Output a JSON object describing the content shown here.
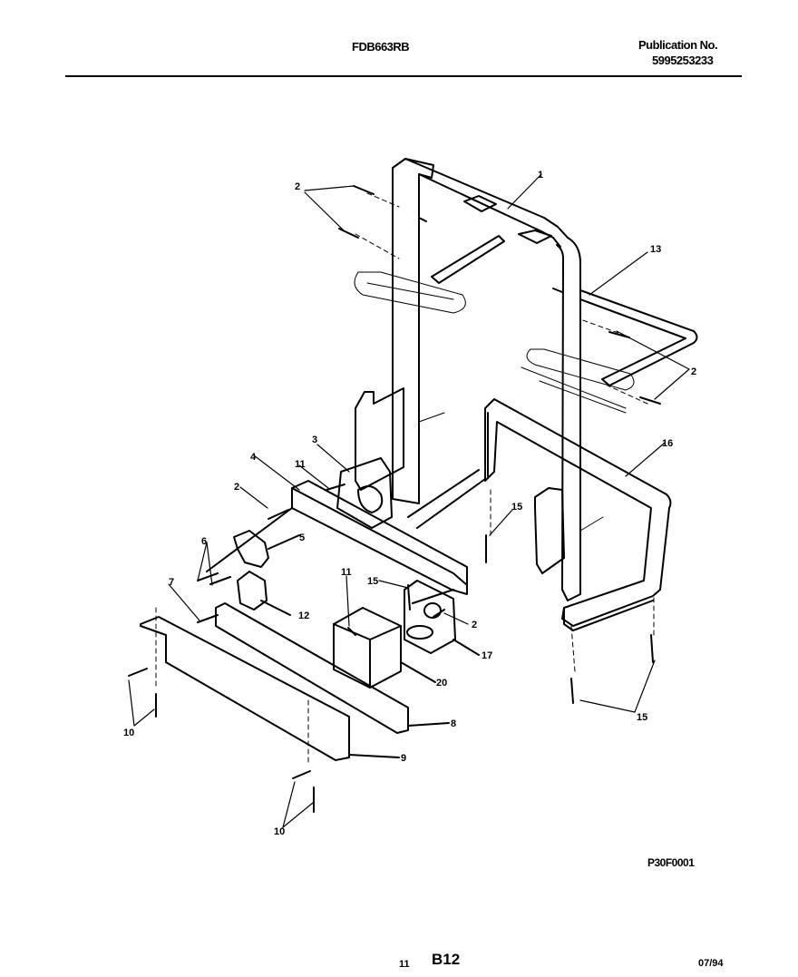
{
  "header": {
    "model": "FDB663RB",
    "publication_label": "Publication No.",
    "publication_number": "5995253233"
  },
  "diagram": {
    "reference_code": "P30F0001",
    "callouts": [
      "1",
      "2",
      "2",
      "2",
      "2",
      "3",
      "4",
      "5",
      "6",
      "7",
      "8",
      "9",
      "10",
      "10",
      "11",
      "11",
      "12",
      "13",
      "15",
      "15",
      "15",
      "16",
      "17",
      "20"
    ]
  },
  "footer": {
    "page_number": "11",
    "section_code": "B12",
    "date": "07/94"
  }
}
